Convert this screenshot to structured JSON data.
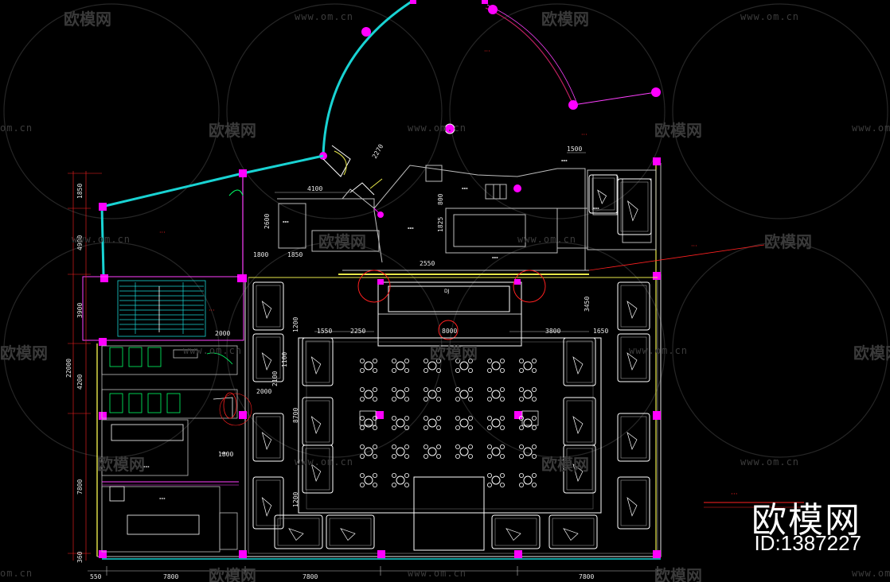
{
  "watermark": {
    "brand": "欧模网",
    "url": "www.om.cn",
    "url_short": "om.cn",
    "id_label": "ID:1387227"
  },
  "drawing": {
    "room_labels": {
      "dj": "DJ"
    },
    "dimensions": {
      "top_1500": "1500",
      "d4100": "4100",
      "d1800a": "1800",
      "d1850": "1850",
      "d2550": "2550",
      "d1550": "1550",
      "d2250": "2250",
      "d8000": "8000",
      "d3800": "3800",
      "d1650": "1650",
      "d2000a": "2000",
      "d2000b": "2000",
      "d1800b": "1800",
      "d2600": "2600",
      "d800": "800",
      "d1825": "1825",
      "d1100": "1100",
      "d2100": "2100",
      "d8700": "8700",
      "d1200a": "1200",
      "d1200b": "1200",
      "d3450": "3450",
      "left_1850": "1850",
      "left_4900": "4900",
      "left_3900": "3900",
      "left_22000": "22000",
      "left_4200": "4200",
      "left_7800": "7800",
      "left_360": "360",
      "bottom_550": "550",
      "bottom_7800a": "7800",
      "bottom_7800b": "7800",
      "bottom_7800c": "7800",
      "door_2270": "2270"
    }
  },
  "colors": {
    "background": "#000000",
    "wall_cyan": "#19d3d3",
    "column_magenta": "#ff00ff",
    "wall_gray": "#bdbdbd",
    "furniture_white": "#ffffff",
    "annotation_red": "#ff2020",
    "glass_yellow": "#e8e84a",
    "green_door": "#00ff66"
  }
}
